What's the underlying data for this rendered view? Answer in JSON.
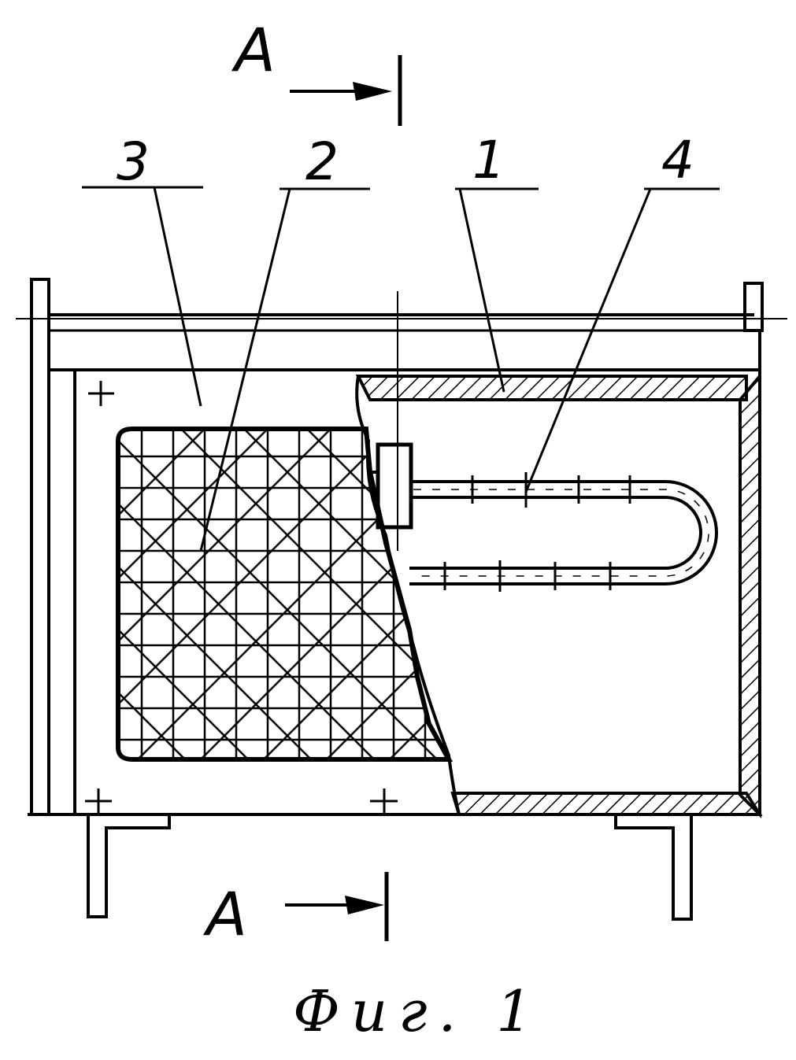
{
  "section_marks": {
    "top": "A",
    "bottom": "A"
  },
  "callouts": [
    {
      "id": "3",
      "text": "3"
    },
    {
      "id": "2",
      "text": "2"
    },
    {
      "id": "1",
      "text": "1"
    },
    {
      "id": "4",
      "text": "4"
    }
  ],
  "caption": "Фиг. 1",
  "colors": {
    "ink": "#000000",
    "paper": "#ffffff"
  }
}
